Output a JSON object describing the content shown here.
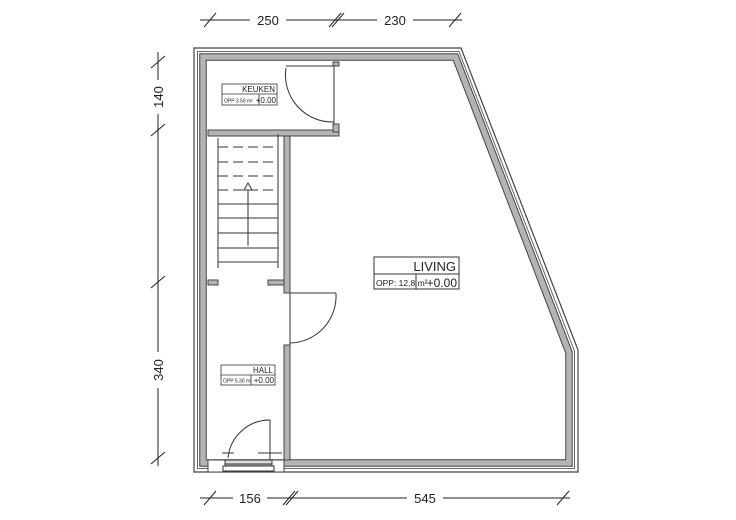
{
  "rooms": {
    "keuken": {
      "name": "KEUKEN",
      "area": "OPP 3.50 m²",
      "level": "+0.00"
    },
    "living": {
      "name": "LIVING",
      "area": "OPP: 12,8 m²",
      "level": "+0.00"
    },
    "hall": {
      "name": "HALL",
      "area": "OPP 5.30 m²",
      "level": "+0.00"
    }
  },
  "dimensions": {
    "top": [
      "250",
      "230"
    ],
    "left": [
      "140",
      "340"
    ],
    "bottom": [
      "156",
      "545"
    ]
  }
}
